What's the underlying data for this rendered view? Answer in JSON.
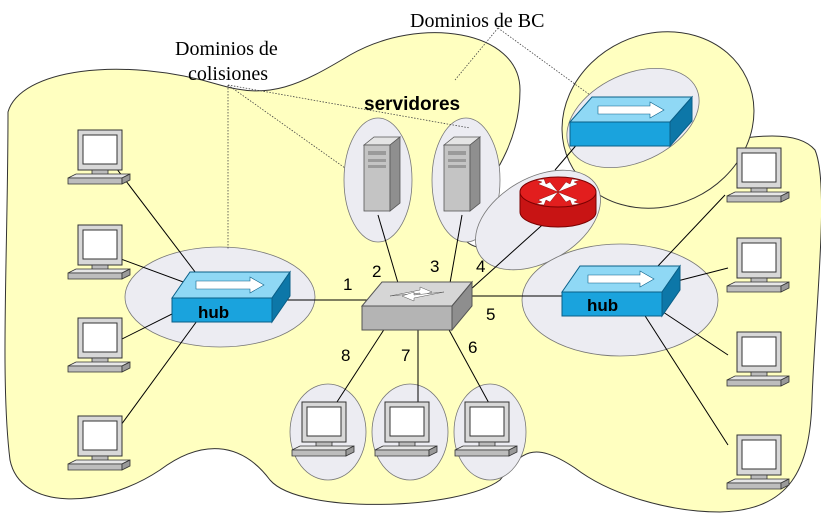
{
  "labels": {
    "bc_domains": "Dominios de BC",
    "collision_domains_line1": "Dominios de",
    "collision_domains_line2": "colisiones",
    "servers": "servidores",
    "hub_left": "hub",
    "hub_right": "hub"
  },
  "ports": [
    "1",
    "2",
    "3",
    "4",
    "5",
    "6",
    "7",
    "8"
  ],
  "colors": {
    "bc_domain_fill": "#ffffc0",
    "collision_domain_fill": "#ececf2",
    "hub_blue": "#1aa3dd",
    "switch_gray": "#b4b4b4",
    "router_red": "#e21e1e"
  }
}
